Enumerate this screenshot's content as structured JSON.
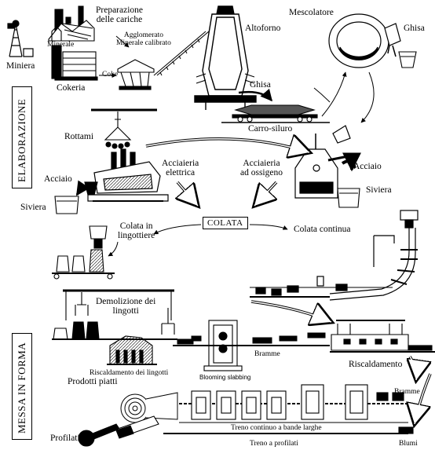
{
  "sections": {
    "elaborazione": "ELABORAZIONE",
    "messa_in_forma": "MESSA IN FORMA"
  },
  "labels": {
    "miniera": "Miniera",
    "minerale": "Minerale",
    "preparazione_cariche": "Preparazione\ndelle cariche",
    "agglomerato": "Agglomerato\nMinerale calibrato",
    "coke": "Coke",
    "cokeria": "Cokeria",
    "altoforno": "Altoforno",
    "mescolatore": "Mescolatore",
    "ghisa_top": "Ghisa",
    "ghisa_mid": "Ghisa",
    "carro_siluro": "Carro-siluro",
    "rottami": "Rottami",
    "acciaio_left": "Acciaio",
    "siviera_left": "Siviera",
    "acciaieria_elettrica": "Acciaieria\nelettrica",
    "acciaieria_ossigeno": "Acciaieria\nad ossigeno",
    "acciaio_right": "Acciaio",
    "siviera_right": "Siviera",
    "colata": "COLATA",
    "colata_lingottiere": "Colata in\nlingottiere",
    "colata_continua": "Colata continua",
    "demolizione": "Demolizione dei\nlingotti",
    "bramme_mid": "Bramme",
    "blooming": "Blooming slabbing",
    "riscaldamento_lingotti": "Riscaldamento dei lingotti",
    "riscaldamento": "Riscaldamento",
    "prodotti_piatti": "Prodotti piatti",
    "bramme_right": "Bramme",
    "treno_continuo": "Treno continuo a bande larghe",
    "profilati": "Profilati",
    "treno_profilati": "Treno a profilati",
    "blumi": "Blumi"
  }
}
